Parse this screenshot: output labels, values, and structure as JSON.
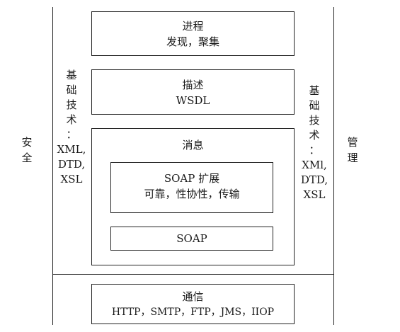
{
  "left_edge_label": [
    "安",
    "全"
  ],
  "right_edge_label": [
    "管",
    "理"
  ],
  "left_column": {
    "chars": [
      "基",
      "础",
      "技",
      "术",
      "："
    ],
    "techs": [
      "XML,",
      "DTD,",
      "XSL"
    ]
  },
  "right_column": {
    "chars": [
      "基",
      "础",
      "技",
      "术",
      "："
    ],
    "techs": [
      "XMl,",
      "DTD,",
      "XSL"
    ]
  },
  "layers": {
    "process": {
      "title": "进程",
      "subtitle": "发现，聚集"
    },
    "description": {
      "title": "描述",
      "subtitle": "WSDL"
    },
    "message": {
      "title": "消息"
    },
    "soap_ext": {
      "title": "SOAP 扩展",
      "subtitle": "可靠，性协性，传输"
    },
    "soap": {
      "title": "SOAP"
    },
    "communication": {
      "title": "通信",
      "subtitle": "HTTP，SMTP，FTP，JMS，IIOP"
    }
  }
}
